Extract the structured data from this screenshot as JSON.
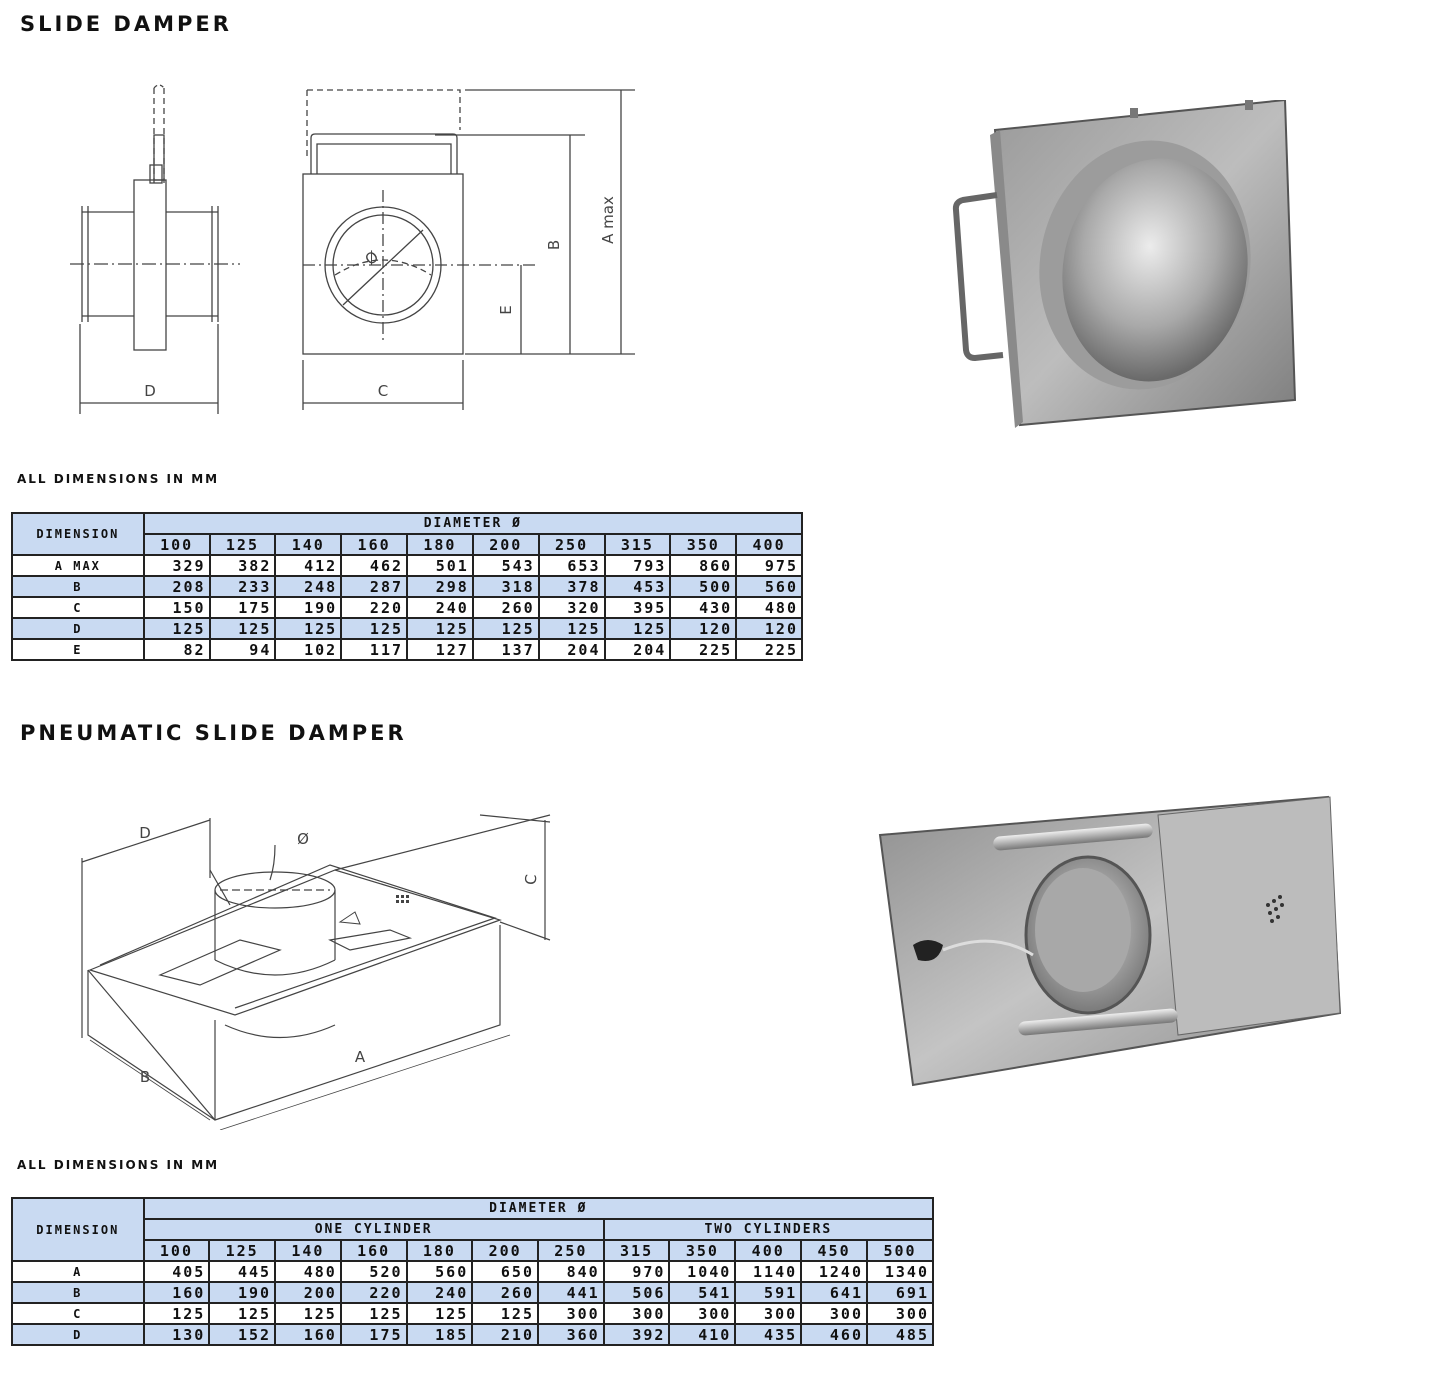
{
  "section1": {
    "title": "SLIDE DAMPER",
    "note": "ALL DIMENSIONS IN MM",
    "drawing_labels": {
      "d": "D",
      "c": "C",
      "b": "B",
      "e": "E",
      "a_max": "A max",
      "dia": "Ø"
    },
    "table": {
      "row_header": "DIMENSION",
      "group_header": "DIAMETER Ø",
      "diameters": [
        "100",
        "125",
        "140",
        "160",
        "180",
        "200",
        "250",
        "315",
        "350",
        "400"
      ],
      "rows": [
        {
          "label": "A MAX",
          "values": [
            "329",
            "382",
            "412",
            "462",
            "501",
            "543",
            "653",
            "793",
            "860",
            "975"
          ]
        },
        {
          "label": "B",
          "values": [
            "208",
            "233",
            "248",
            "287",
            "298",
            "318",
            "378",
            "453",
            "500",
            "560"
          ]
        },
        {
          "label": "C",
          "values": [
            "150",
            "175",
            "190",
            "220",
            "240",
            "260",
            "320",
            "395",
            "430",
            "480"
          ]
        },
        {
          "label": "D",
          "values": [
            "125",
            "125",
            "125",
            "125",
            "125",
            "125",
            "125",
            "125",
            "120",
            "120"
          ]
        },
        {
          "label": "E",
          "values": [
            "82",
            "94",
            "102",
            "117",
            "127",
            "137",
            "204",
            "204",
            "225",
            "225"
          ]
        }
      ]
    }
  },
  "section2": {
    "title": "PNEUMATIC SLIDE DAMPER",
    "note": "ALL DIMENSIONS IN MM",
    "drawing_labels": {
      "d": "D",
      "dia": "Ø",
      "c": "C",
      "b": "B",
      "a": "A"
    },
    "table": {
      "row_header": "DIMENSION",
      "group_header": "DIAMETER Ø",
      "sub_groups": [
        {
          "label": "ONE CYLINDER"
        },
        {
          "label": "TWO CYLINDERS"
        }
      ],
      "diameters": [
        "100",
        "125",
        "140",
        "160",
        "180",
        "200",
        "250",
        "315",
        "350",
        "400",
        "450",
        "500"
      ],
      "rows": [
        {
          "label": "A",
          "values": [
            "405",
            "445",
            "480",
            "520",
            "560",
            "650",
            "840",
            "970",
            "1040",
            "1140",
            "1240",
            "1340"
          ]
        },
        {
          "label": "B",
          "values": [
            "160",
            "190",
            "200",
            "220",
            "240",
            "260",
            "441",
            "506",
            "541",
            "591",
            "641",
            "691"
          ]
        },
        {
          "label": "C",
          "values": [
            "125",
            "125",
            "125",
            "125",
            "125",
            "125",
            "300",
            "300",
            "300",
            "300",
            "300",
            "300"
          ]
        },
        {
          "label": "D",
          "values": [
            "130",
            "152",
            "160",
            "175",
            "185",
            "210",
            "360",
            "392",
            "410",
            "435",
            "460",
            "485"
          ]
        }
      ]
    }
  },
  "colors": {
    "header_blue": "#c9daf2",
    "line": "#222222"
  }
}
